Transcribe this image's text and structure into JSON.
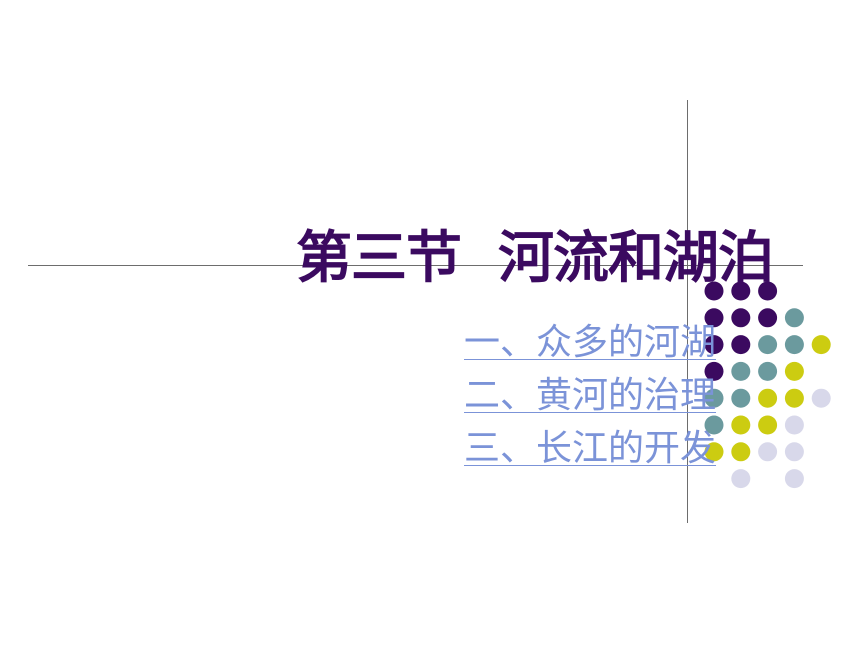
{
  "slide": {
    "title": "第三节  河流和湖泊",
    "links": [
      {
        "label": "一、众多的河湖"
      },
      {
        "label": "二、黄河的治理"
      },
      {
        "label": "三、长江的开发"
      }
    ]
  },
  "colors": {
    "title": "#3b0a60",
    "link": "#7b93d8",
    "line": "#6d6d6d",
    "dot_purple": "#3b0a60",
    "dot_teal": "#6b9a9e",
    "dot_yellow": "#cccc11",
    "dot_lavender": "#d8d8ea"
  },
  "decor": {
    "dot_grid": [
      [
        "purple",
        "purple",
        "purple",
        null,
        null
      ],
      [
        "purple",
        "purple",
        "purple",
        "teal",
        null
      ],
      [
        "purple",
        "purple",
        "teal",
        "teal",
        "yellow"
      ],
      [
        "purple",
        "teal",
        "teal",
        "yellow",
        null
      ],
      [
        "teal",
        "teal",
        "yellow",
        "yellow",
        "lavender"
      ],
      [
        "teal",
        "yellow",
        "yellow",
        "lavender",
        null
      ],
      [
        "yellow",
        "yellow",
        "lavender",
        "lavender",
        null
      ],
      [
        null,
        "lavender",
        null,
        "lavender",
        null
      ]
    ]
  }
}
